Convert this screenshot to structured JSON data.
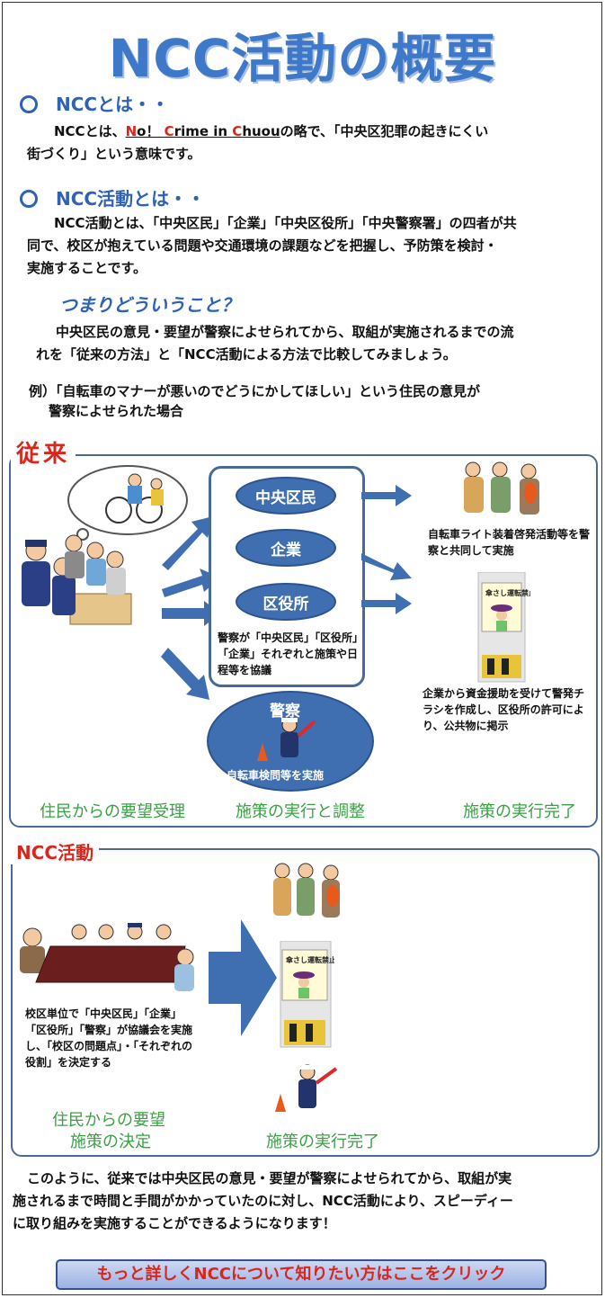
{
  "title": "NCC活動の概要",
  "section1": {
    "heading": "NCCとは・・",
    "para_prefix": "NCCとは、",
    "abbr_n": "N",
    "abbr_n_rest": "o！ ",
    "abbr_c": "C",
    "abbr_c_rest": "rime in ",
    "abbr_c2": "C",
    "abbr_c2_rest": "huou",
    "para_suffix": "の略で、「中央区犯罪の起きにくい",
    "para_line2": "街づくり」という意味です。"
  },
  "section2": {
    "heading": "NCC活動とは・・",
    "line1": "NCC活動とは、「中央区民」「企業」「中央区役所」「中央警察署」の四者が共",
    "line2": "同で、校区が抱えている問題や交通環境の課題などを把握し、予防策を検討・",
    "line3": "実施することです。"
  },
  "section3": {
    "heading": "つまりどういうこと？",
    "line1": "中央区民の意見・要望が警察によせられてから、取組が実施されるまでの流",
    "line2": "れを「従来の方法」と「NCC活動による方法で比較してみましょう。"
  },
  "example": {
    "line1": "例）「自転車のマナーが悪いのでどうにかしてほしい」という住民の意見が",
    "line2": "警察によせられた場合"
  },
  "conventional": {
    "title": "従来",
    "ovals": [
      "中央区民",
      "企業",
      "区役所"
    ],
    "panel_note": "警察が「中央区民」「区役所」「企業」それぞれと施策や日程等を協議",
    "police_label": "警察",
    "police_note": "自転車検問等を実施",
    "result1": "自転車ライト装着啓発活動等を警察と共同して実施",
    "result2": "企業から資金援助を受けて警発チラシを作成し、区役所の許可により、公共物に掲示",
    "sign_text": "傘さし運転禁止！！",
    "stage1": "住民からの要望受理",
    "stage2": "施策の実行と調整",
    "stage3": "施策の実行完了"
  },
  "ncc": {
    "title": "NCC活動",
    "note": "校区単位で「中央区民」「企業」「区役所」「警察」が協議会を実施し、「校区の問題点」・「それぞれの役割」を決定する",
    "stage1a": "住民からの要望",
    "stage1b": "施策の決定",
    "stage2": "施策の実行完了",
    "sign_text": "傘さし運転禁止！！"
  },
  "conclusion": {
    "line1": "このように、従来では中央区民の意見・要望が警察によせられてから、取組が実",
    "line2": "施されるまで時間と手間がかかっていたのに対し、NCC活動により、スピーディー",
    "line3": "に取り組みを実施することができるようになります！"
  },
  "link": {
    "label": "もっと詳しくNCCについて知りたい方はここをクリック"
  },
  "colors": {
    "accent": "#3e78c8",
    "red": "#d9261c",
    "green": "#3aa144",
    "box": "#4a6a96"
  }
}
